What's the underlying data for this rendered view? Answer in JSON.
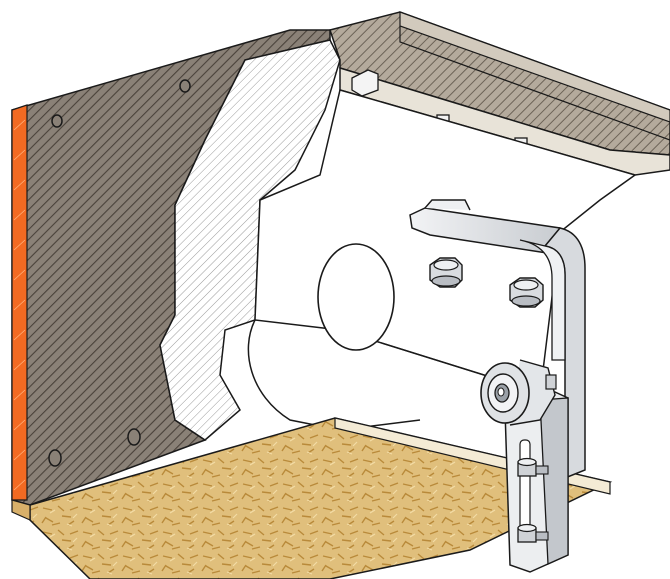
{
  "diagram": {
    "kind": "technical-cutaway-illustration",
    "labels": [],
    "colors": {
      "outline": "#1a1a1a",
      "wall_hatch_bg": "#8a8177",
      "wall_hatch_line": "#4a423a",
      "insulation_bg": "#ffffff",
      "insulation_line": "#9a9a9a",
      "plaster_bg": "#d8d1c6",
      "plaster_line": "#6c6357",
      "ceiling_board": "#e8e3d8",
      "ceiling_beam_hatch": "#7d7367",
      "osb_floor": "#e0bf7c",
      "osb_fleck": "#b98a3a",
      "orange_edge": "#f26a22",
      "bracket": "#e6e8eb",
      "bracket_shade": "#b8bcc2",
      "metal": "#c9ccd1"
    },
    "icons": [
      "wall-section",
      "ceiling-beam",
      "mounting-bracket",
      "pulley-wheel",
      "hex-nut",
      "bolt",
      "osb-floor"
    ]
  }
}
